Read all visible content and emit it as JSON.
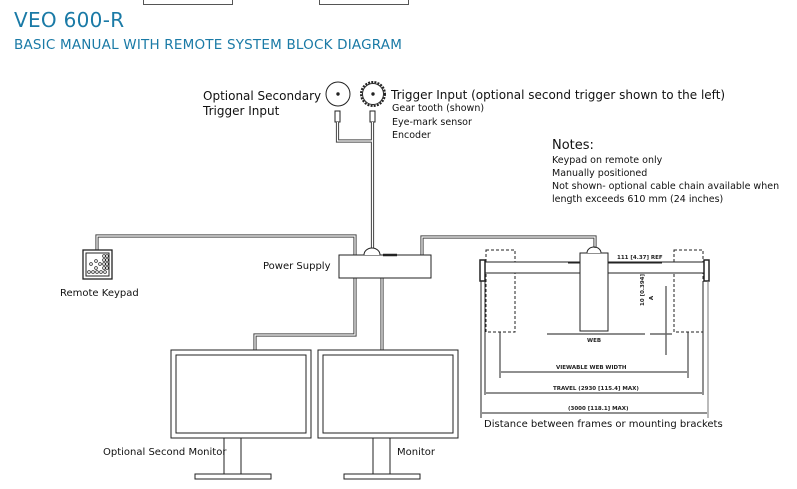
{
  "header": {
    "title": "VEO 600-R",
    "subtitle": "BASIC MANUAL WITH REMOTE SYSTEM BLOCK DIAGRAM"
  },
  "components": {
    "secondary_trigger": {
      "line1": "Optional Secondary",
      "line2": "Trigger Input"
    },
    "trigger": {
      "label": "Trigger Input (optional second trigger shown to the left)",
      "options": [
        "Gear tooth (shown)",
        "Eye-mark sensor",
        "Encoder"
      ]
    },
    "power_supply": "Power Supply",
    "remote_keypad": "Remote Keypad",
    "monitor_second": "Optional Second Monitor",
    "monitor": "Monitor"
  },
  "notes": {
    "heading": "Notes:",
    "items": [
      "Keypad on remote only",
      "Manually positioned",
      "Not shown- optional cable chain available when",
      "length exceeds 610 mm (24 inches)"
    ]
  },
  "dimensions": {
    "ref": "111 [4.37] REF",
    "vertical": "10 [0.394]",
    "vertical_marker": "A",
    "web": "WEB",
    "viewable": "VIEWABLE WEB WIDTH",
    "travel": "TRAVEL (2930 [115.4] MAX)",
    "total": "(3000 [118.1] MAX)",
    "caption": "Distance between frames or mounting brackets"
  }
}
